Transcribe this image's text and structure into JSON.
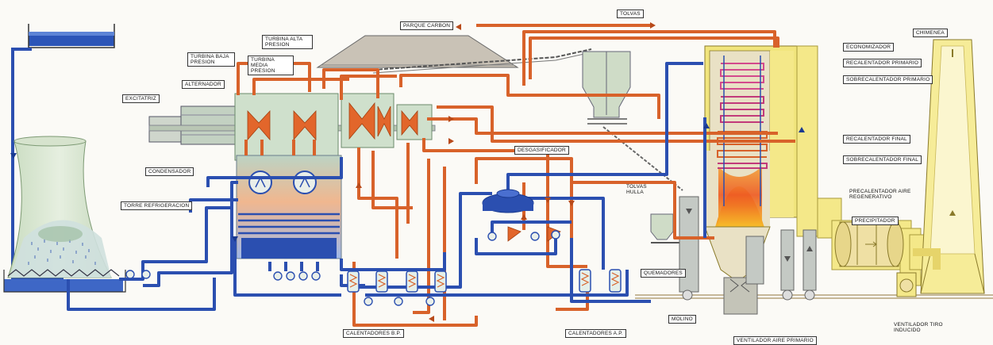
{
  "labels": {
    "tolvas": "TOLVAS",
    "parque_carbon": "PARQUE CARBON",
    "turbina_alta": "TURBINA ALTA PRESION",
    "turbina_baja": "TURBINA BAJA PRESION",
    "turbina_media": "TURBINA MEDIA PRESION",
    "alternador": "ALTERNADOR",
    "excitatriz": "EXCITATRIZ",
    "condensador": "CONDENSADOR",
    "torre": "TORRE REFRIGERACION",
    "desgasificador": "DESGASIFICADOR",
    "tolvas_hulla": "TOLVAS HULLA",
    "economizador": "ECONOMIZADOR",
    "recalentador_primario": "RECALENTADOR PRIMARIO",
    "sobrecalentador_primario": "SOBRECALENTADOR PRIMARIO",
    "recalentador_final": "RECALENTADOR FINAL",
    "sobrecalentador_final": "SOBRECALENTADOR FINAL",
    "chimenea": "CHIMENEA",
    "precalentador": "PRECALENTADOR AIRE REGENERATIVO",
    "precipitador": "PRECIPITADOR",
    "quemadores": "QUEMADORES",
    "molino": "MOLINO",
    "calentadores_bp": "CALENTADORES B.P.",
    "calentadores_ap": "CALENTADORES A.P.",
    "ventilador_tiro": "VENTILADOR TIRO INDUCIDO",
    "ventilador_aire": "VENTILADOR AIRE PRIMARIO"
  },
  "colors": {
    "steam": "#d8622a",
    "water": "#2b4fb0",
    "structure": "#d9e6cf",
    "gas_duct": "#f0e27a",
    "flame": "#ee5a22"
  }
}
